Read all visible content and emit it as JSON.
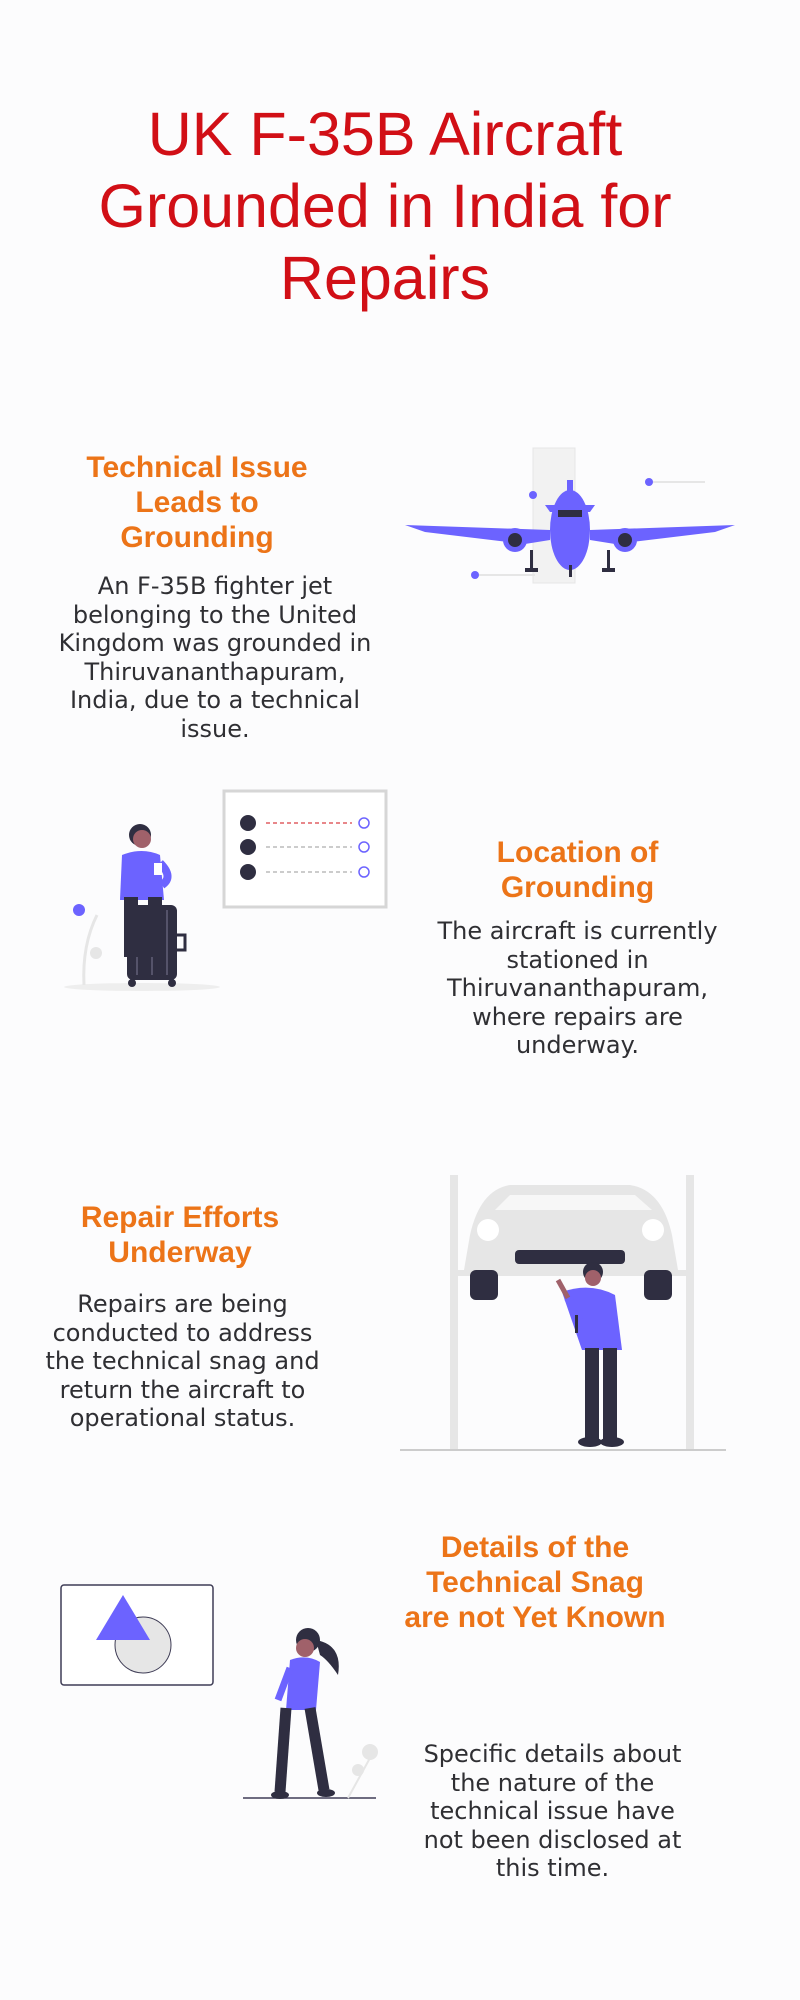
{
  "title": "UK F-35B Aircraft Grounded in India for Repairs",
  "colors": {
    "title": "#d10f16",
    "heading": "#ec7418",
    "accent": "#6c63ff",
    "dark": "#2f2e41",
    "light_gray": "#e6e6e6"
  },
  "sections": [
    {
      "heading": "Technical Issue Leads to Grounding",
      "text": "An F-35B fighter jet belonging to the United Kingdom was grounded in Thiruvananthapuram, India, due to a technical issue.",
      "illustration": "airplane-illustration"
    },
    {
      "heading": "Location of Grounding",
      "text": "The aircraft is currently stationed in Thiruvananthapuram, where repairs are underway.",
      "illustration": "traveler-with-itinerary-illustration"
    },
    {
      "heading": "Repair Efforts Underway",
      "text": "Repairs are being conducted to address the technical snag and return the aircraft to operational status.",
      "illustration": "mechanic-under-car-illustration"
    },
    {
      "heading": "Details of the Technical Snag are not Yet Known",
      "text": "Specific details about the nature of the technical issue have not been disclosed at this time.",
      "illustration": "person-walking-shapes-illustration"
    }
  ]
}
